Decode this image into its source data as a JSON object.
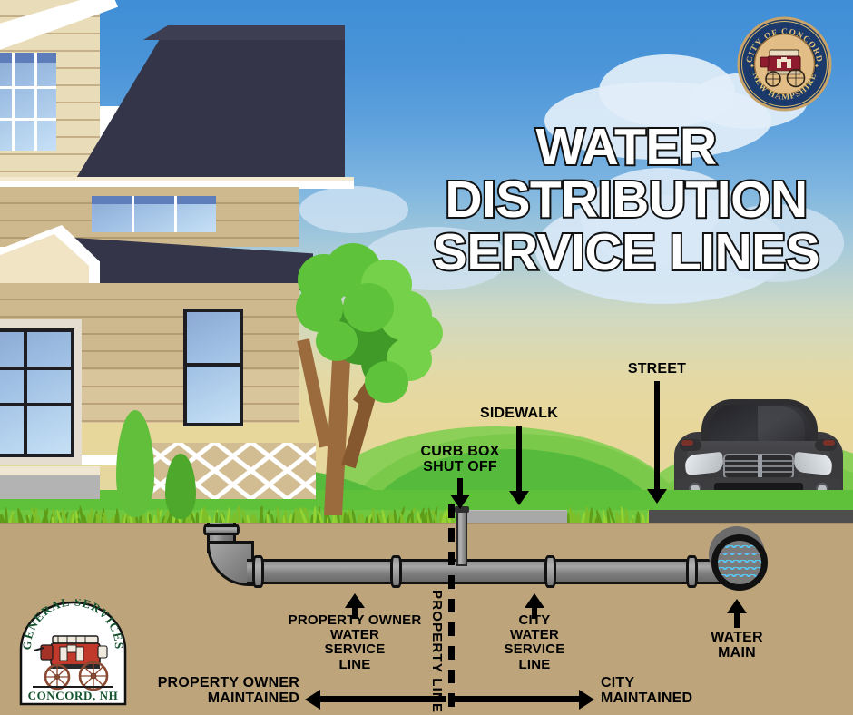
{
  "title": {
    "line1": "WATER",
    "line2": "DISTRIBUTION",
    "line3": "SERVICE LINES"
  },
  "seal": {
    "name": "city-of-concord-seal",
    "top_text": "CITY OF CONCORD",
    "bottom_text": "NEW HAMPSHIRE",
    "emblem": "stagecoach",
    "ring_color": "#1b3a6b",
    "text_color": "#d8b96a",
    "center_color": "#e2bd86",
    "coach_color": "#8e1b2e"
  },
  "logo": {
    "name": "general-services-concord-nh-logo",
    "arc_text": "GENERAL SERVICES",
    "bottom_text": "CONCORD, NH",
    "emblem": "stagecoach",
    "text_color": "#14532d",
    "coach_color": "#c0392b",
    "background": "#ffffff"
  },
  "callouts": [
    {
      "id": "curb-box-shut-off",
      "text": "CURB BOX\nSHUT OFF",
      "direction": "down"
    },
    {
      "id": "sidewalk",
      "text": "SIDEWALK",
      "direction": "down"
    },
    {
      "id": "street",
      "text": "STREET",
      "direction": "down"
    },
    {
      "id": "property-owner-water-service-line",
      "text": "PROPERTY OWNER\nWATER\nSERVICE\nLINE",
      "direction": "up"
    },
    {
      "id": "city-water-service-line",
      "text": "CITY\nWATER\nSERVICE\nLINE",
      "direction": "up"
    },
    {
      "id": "water-main",
      "text": "WATER\nMAIN",
      "direction": "up"
    }
  ],
  "property_line": {
    "label": "PROPERTY LINE"
  },
  "maintenance": {
    "left_label": "PROPERTY OWNER\nMAINTAINED",
    "right_label": "CITY\nMAINTAINED"
  },
  "scene": {
    "sky_top_color": "#3f8ed6",
    "sky_bottom_color": "#e8d79a",
    "grass_color": "#5fc13a",
    "sidewalk_color": "#a8a8a8",
    "street_color": "#4e4e4e",
    "soil_color": "#bda47b",
    "pipe_color": "#8d8d8d",
    "water_color": "#58c8f5",
    "house_siding_color": "#cdb98d",
    "house_roof_color": "#343548",
    "car_color": "#3a3a3c",
    "tree_foliage_color": "#5ec23a",
    "tree_trunk_color": "#9b6a3d"
  }
}
